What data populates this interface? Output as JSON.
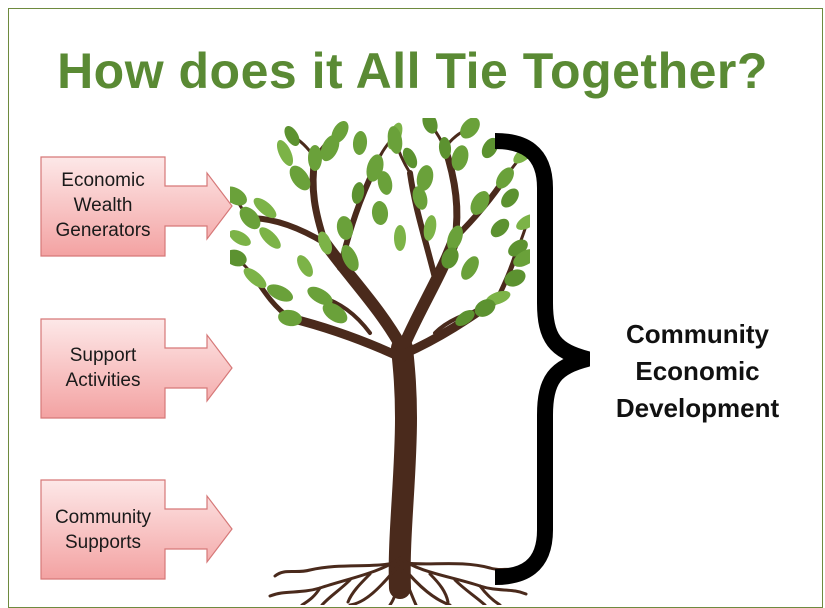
{
  "title": "How does it All Tie Together?",
  "colors": {
    "title": "#5a8a34",
    "callout_fill_top": "#fde6e6",
    "callout_fill_bottom": "#f4a0a0",
    "callout_border": "#d97a7a",
    "leaf": "#6aa13a",
    "trunk": "#4a2a1c",
    "brace": "#000000"
  },
  "callouts": [
    {
      "lines": [
        "Economic",
        "Wealth",
        "Generators"
      ]
    },
    {
      "lines": [
        "Support",
        "Activities"
      ]
    },
    {
      "lines": [
        "Community",
        "Supports"
      ]
    }
  ],
  "result": {
    "lines": [
      "Community",
      "Economic",
      "Development"
    ]
  },
  "illustration": {
    "tree_icon": "tree-with-roots",
    "brace_icon": "right-curly-brace"
  }
}
